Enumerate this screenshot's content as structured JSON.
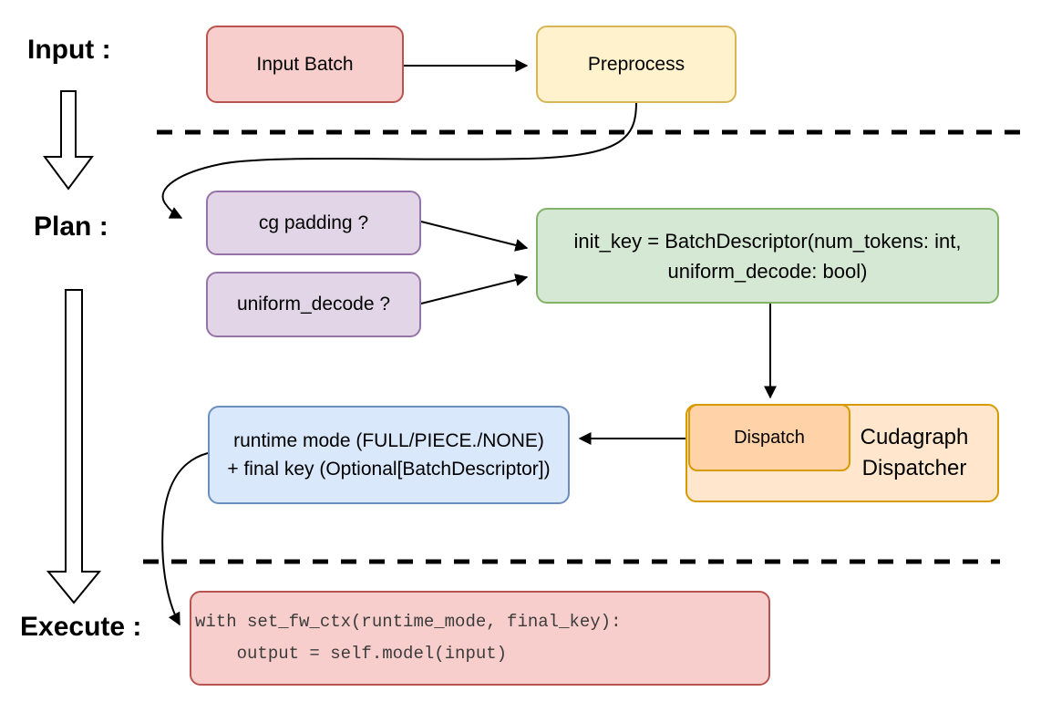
{
  "stage_labels": {
    "input": "Input :",
    "plan": "Plan :",
    "execute": "Execute :"
  },
  "nodes": {
    "input_batch": {
      "label": "Input Batch",
      "fill": "#f8cecc",
      "stroke": "#b85450"
    },
    "preprocess": {
      "label": "Preprocess",
      "fill": "#fff2cc",
      "stroke": "#d6b656"
    },
    "cg_padding": {
      "label": "cg padding ?",
      "fill": "#e1d5e7",
      "stroke": "#9673a6"
    },
    "uniform_decode": {
      "label": "uniform_decode ?",
      "fill": "#e1d5e7",
      "stroke": "#9673a6"
    },
    "init_key": {
      "line1": "init_key = BatchDescriptor(num_tokens: int,",
      "line2": "uniform_decode: bool)",
      "fill": "#d5e8d4",
      "stroke": "#82b366"
    },
    "dispatcher": {
      "label_line1": "Cudagraph",
      "label_line2": "Dispatcher",
      "fill": "#ffe6cc",
      "stroke": "#d79b00"
    },
    "dispatch": {
      "label": "Dispatch",
      "fill": "#ffd2a8",
      "stroke": "#d79b00"
    },
    "runtime_mode": {
      "line1": "runtime mode (FULL/PIECE./NONE)",
      "line2": "+ final key (Optional[BatchDescriptor])",
      "fill": "#dae8fc",
      "stroke": "#6c8ebf"
    },
    "execute_code": {
      "line1": "with set_fw_ctx(runtime_mode, final_key):",
      "line2": "    output = self.model(input)",
      "fill": "#f8cecc",
      "stroke": "#b85450"
    }
  },
  "separators": {
    "color": "#000000"
  },
  "connector_color": "#000000"
}
